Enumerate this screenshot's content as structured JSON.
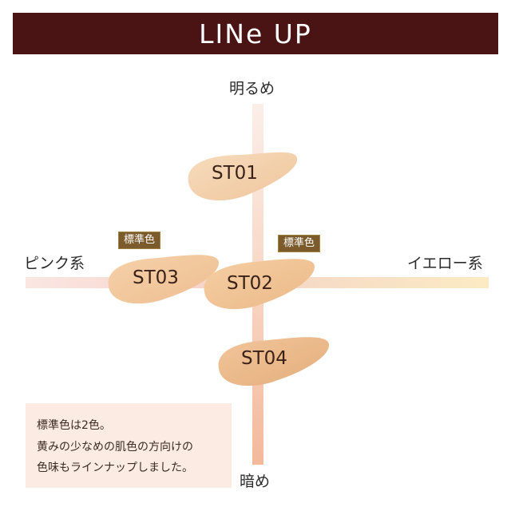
{
  "header": {
    "title": "LINe UP"
  },
  "axes": {
    "top_label": "明るめ",
    "bottom_label": "暗め",
    "left_label": "ピンク系",
    "right_label": "イエロー系"
  },
  "swatches": [
    {
      "name": "ST01",
      "color": "#f4cfa8"
    },
    {
      "name": "ST02",
      "color": "#f0c396"
    },
    {
      "name": "ST03",
      "color": "#f3c79c"
    },
    {
      "name": "ST04",
      "color": "#ebb98a"
    }
  ],
  "badges": {
    "left": "標準色",
    "right": "標準色"
  },
  "note": {
    "line1": "標準色は2色。",
    "line2": "黄みの少なめの肌色の方向けの",
    "line3": "色味もラインナップしました。"
  },
  "colors": {
    "header_bg": "#4a1414",
    "badge_bg": "#7b5a2b",
    "note_bg": "#fcebe2"
  }
}
